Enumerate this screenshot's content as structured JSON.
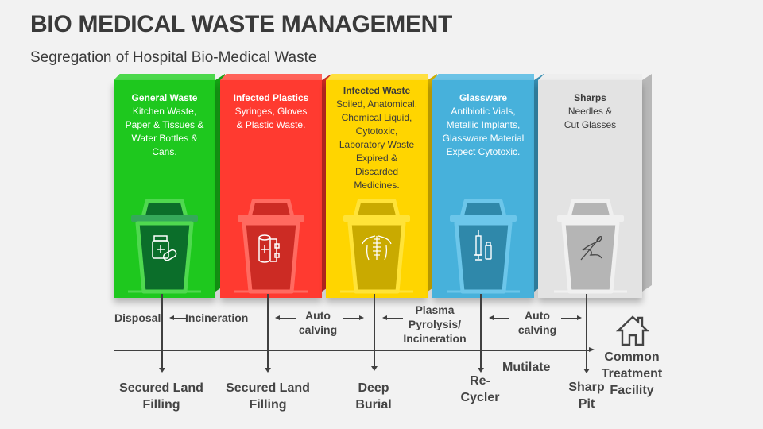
{
  "header": {
    "title": "BIO MEDICAL WASTE MANAGEMENT",
    "subtitle": "Segregation of Hospital Bio-Medical Waste"
  },
  "categories": [
    {
      "heading": "General Waste",
      "lines": [
        "Kitchen Waste,",
        "Paper & Tissues &",
        "Water Bottles &",
        "Cans."
      ],
      "icon": "medicine-bottle-pills-icon",
      "colors": {
        "front": "#1ec81e",
        "side": "#15a315",
        "top": "#4cd84c",
        "bin_body": "#0b6e2a",
        "bin_rim": "#4fd94f",
        "text": "#ffffff"
      }
    },
    {
      "heading": "Infected Plastics",
      "lines": [
        "Syringes, Gloves",
        "& Plastic Waste."
      ],
      "icon": "bandage-roll-icon",
      "colors": {
        "front": "#ff3a30",
        "side": "#c92a23",
        "top": "#ff6259",
        "bin_body": "#cc2b24",
        "bin_rim": "#ff6a60",
        "text": "#ffffff"
      }
    },
    {
      "heading": "Infected Waste",
      "lines": [
        "Soiled, Anatomical,",
        "Chemical Liquid,",
        "Cytotoxic,",
        "Laboratory Waste",
        "Expired &",
        "Discarded",
        "Medicines."
      ],
      "icon": "spine-anatomy-icon",
      "colors": {
        "front": "#ffd500",
        "side": "#cfad00",
        "top": "#ffe040",
        "bin_body": "#c9aa00",
        "bin_rim": "#ffe338",
        "text": "#3a3a3a"
      }
    },
    {
      "heading": "Glassware",
      "lines": [
        "Antibiotic Vials,",
        "Metallic Implants,",
        "Glassware Material",
        "Expect Cytotoxic."
      ],
      "icon": "syringe-vial-icon",
      "colors": {
        "front": "#47b1db",
        "side": "#378eb2",
        "top": "#6cc3e6",
        "bin_body": "#2f88aa",
        "bin_rim": "#6cc6ea",
        "text": "#ffffff"
      }
    },
    {
      "heading": "Sharps",
      "lines": [
        "Needles &",
        "Cut Glasses"
      ],
      "icon": "needle-thread-icon",
      "colors": {
        "front": "#e3e3e3",
        "side": "#b8b8b8",
        "top": "#eeeeee",
        "bin_body": "#b5b5b5",
        "bin_rim": "#f0f0f0",
        "text": "#3a3a3a"
      }
    }
  ],
  "processes": {
    "disposal": "Disposal",
    "incineration": "Incineration",
    "autoclaving_1": [
      "Auto",
      "calving"
    ],
    "plasma": [
      "Plasma",
      "Pyrolysis/",
      "Incineration"
    ],
    "autoclaving_2": [
      "Auto",
      "calving"
    ],
    "mutilate": "Mutilate"
  },
  "outcomes": {
    "secured_land_filling_1": [
      "Secured Land",
      "Filling"
    ],
    "secured_land_filling_2": [
      "Secured Land",
      "Filling"
    ],
    "deep_burial": [
      "Deep",
      "Burial"
    ],
    "recycler": [
      "Re-",
      "Cycler"
    ],
    "sharp_pit": [
      "Sharp",
      "Pit"
    ],
    "common_treatment_facility": [
      "Common",
      "Treatment",
      "Facility"
    ]
  },
  "icons": {
    "facility": "house-icon"
  }
}
